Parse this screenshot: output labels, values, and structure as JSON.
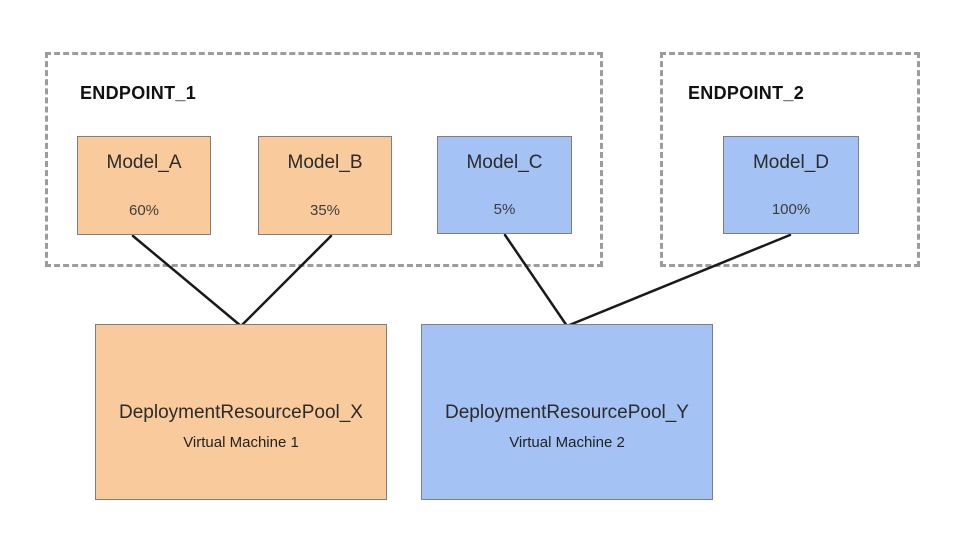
{
  "diagram": {
    "endpoints": [
      {
        "label": "ENDPOINT_1",
        "models": [
          {
            "name": "Model_A",
            "traffic": "60%",
            "color": "orange"
          },
          {
            "name": "Model_B",
            "traffic": "35%",
            "color": "orange"
          },
          {
            "name": "Model_C",
            "traffic": "5%",
            "color": "blue"
          }
        ]
      },
      {
        "label": "ENDPOINT_2",
        "models": [
          {
            "name": "Model_D",
            "traffic": "100%",
            "color": "blue"
          }
        ]
      }
    ],
    "pools": [
      {
        "name": "DeploymentResourcePool_X",
        "machine": "Virtual Machine 1",
        "color": "orange"
      },
      {
        "name": "DeploymentResourcePool_Y",
        "machine": "Virtual Machine 2",
        "color": "blue"
      }
    ],
    "colors": {
      "orange_fill": "#F9CB9C",
      "blue_fill": "#A4C2F4",
      "box_border": "#7f7f7f",
      "endpoint_border": "#9c9c9c",
      "connector": "#1a1a1a"
    }
  }
}
